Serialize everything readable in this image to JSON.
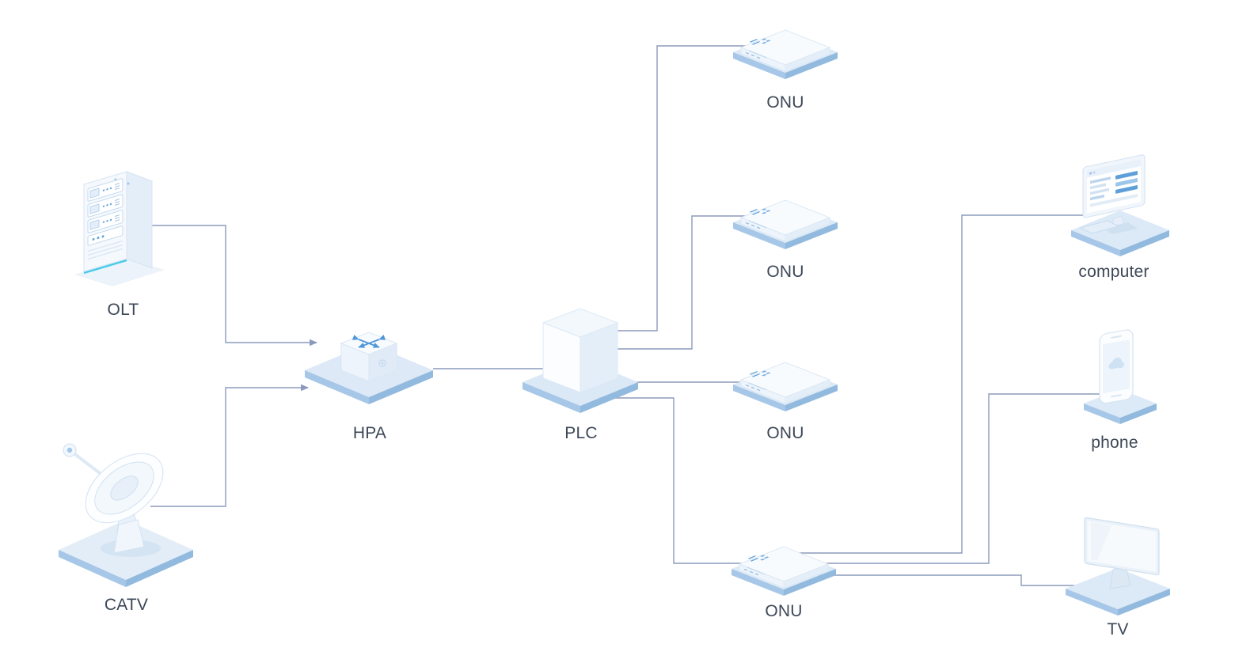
{
  "diagram": {
    "colors": {
      "connector": "#8b9abc",
      "label": "#3c4757",
      "accent": "#4f97d9",
      "platform_edge_left": "#a6c7e7",
      "platform_edge_right": "#92bade",
      "icon_fill_light": "#f5f9fd",
      "icon_fill_mid": "#e4eef8",
      "icon_stroke": "#d7e4f3",
      "olt_base_glow": "#46cbe9"
    },
    "nodes": [
      {
        "id": "olt",
        "label": "OLT",
        "icon": "server-rack"
      },
      {
        "id": "catv",
        "label": "CATV",
        "icon": "satellite-dish"
      },
      {
        "id": "hpa",
        "label": "HPA",
        "icon": "switch-cube"
      },
      {
        "id": "plc",
        "label": "PLC",
        "icon": "splitter-box"
      },
      {
        "id": "onu-1",
        "label": "ONU",
        "icon": "modem"
      },
      {
        "id": "onu-2",
        "label": "ONU",
        "icon": "modem"
      },
      {
        "id": "onu-3",
        "label": "ONU",
        "icon": "modem"
      },
      {
        "id": "onu-4",
        "label": "ONU",
        "icon": "modem"
      },
      {
        "id": "computer",
        "label": "computer",
        "icon": "desktop-computer"
      },
      {
        "id": "phone",
        "label": "phone",
        "icon": "smartphone"
      },
      {
        "id": "tv",
        "label": "TV",
        "icon": "television"
      }
    ],
    "edges": [
      {
        "from": "olt",
        "to": "hpa",
        "arrow": true
      },
      {
        "from": "catv",
        "to": "hpa",
        "arrow": true
      },
      {
        "from": "hpa",
        "to": "plc",
        "arrow": false
      },
      {
        "from": "plc",
        "to": "onu-1",
        "arrow": false
      },
      {
        "from": "plc",
        "to": "onu-2",
        "arrow": false
      },
      {
        "from": "plc",
        "to": "onu-3",
        "arrow": false
      },
      {
        "from": "plc",
        "to": "onu-4",
        "arrow": false
      },
      {
        "from": "onu-4",
        "to": "computer",
        "arrow": false
      },
      {
        "from": "onu-4",
        "to": "phone",
        "arrow": false
      },
      {
        "from": "onu-4",
        "to": "tv",
        "arrow": false
      }
    ]
  }
}
